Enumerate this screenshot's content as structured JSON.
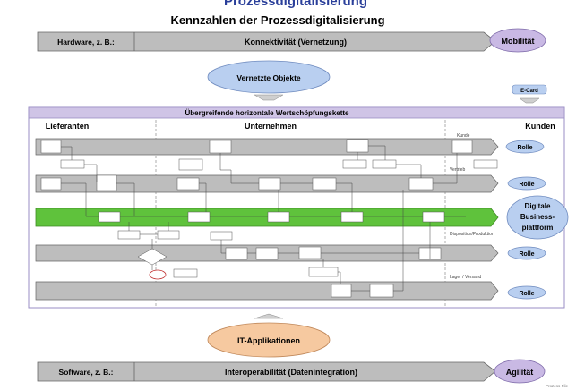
{
  "header_fragment": "Prozessdigitalisierung",
  "title": "Kennzahlen der Prozessdigitalisierung",
  "hardware_label": "Hardware, z. B.:",
  "hardware_value": "Konnektivität (Vernetzung)",
  "mobility": "Mobilität",
  "connected_objects": "Vernetzte Objekte",
  "ecard": "E-Card",
  "chain_title": "Übergreifende horizontale Wertschöpfungskette",
  "col_suppliers": "Lieferanten",
  "col_company": "Unternehmen",
  "col_customers": "Kunden",
  "role_label": "Rolle",
  "platform_lines": [
    "Digitale",
    "Business-",
    "plattform"
  ],
  "lane_notes": {
    "customer": "Kunde",
    "sales": "Vertrieb",
    "production": "Disposition/Produktion",
    "warehouse": "Lager / Versand"
  },
  "it_apps": "IT-Applikationen",
  "software_label": "Software, z. B.:",
  "software_value": "Interoperabilität (Datenintegration)",
  "agility": "Agilität",
  "footer_note": "Prozess-File",
  "colors": {
    "grey_arrow": "#bdbdbd",
    "green_arrow": "#5fc23c",
    "oval_blue": "#b9cff0",
    "oval_purple": "#c9b9e4",
    "oval_orange": "#f6c9a0",
    "frame_purple": "#cfc4e6"
  }
}
